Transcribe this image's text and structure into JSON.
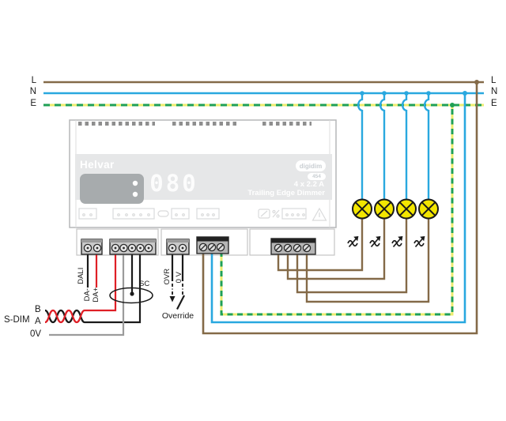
{
  "colors": {
    "wire-brown": "#846a48",
    "wire-blue": "#29a8df",
    "wire-green": "#1fa055",
    "wire-yellow": "#edec6f",
    "wire-red": "#df1f26",
    "wire-gray": "#9b9b9b",
    "wire-black": "#1a1a1a",
    "lamp-yellow": "#f3e600",
    "device-panel": "#e6e7e8",
    "device-window": "#a7abad",
    "device-outline": "#b5b7b9",
    "terminal-light": "#c9c9c9",
    "terminal-dark": "#b5b5b5",
    "faint-icon": "#d9dadb"
  },
  "rails": {
    "left": {
      "l": "L",
      "n": "N",
      "e": "E"
    },
    "right": {
      "l": "L",
      "n": "N",
      "e": "E"
    }
  },
  "device": {
    "brand": "Helvar",
    "badge": "digidim",
    "model": "454",
    "display": "080",
    "rating": "4 x 2.2 A",
    "product": "Trailing Edge Dimmer"
  },
  "dali": {
    "label": "DALI",
    "da_minus": "DA-",
    "da_plus": "DA+"
  },
  "sdim": {
    "label": "S-DIM",
    "b": "B",
    "a": "A",
    "zero_v": "0V",
    "sc": "SC"
  },
  "override_input": {
    "ovr": "OVR",
    "zero_v": "0 V",
    "label": "Override"
  },
  "lamps": {
    "count": 4
  }
}
